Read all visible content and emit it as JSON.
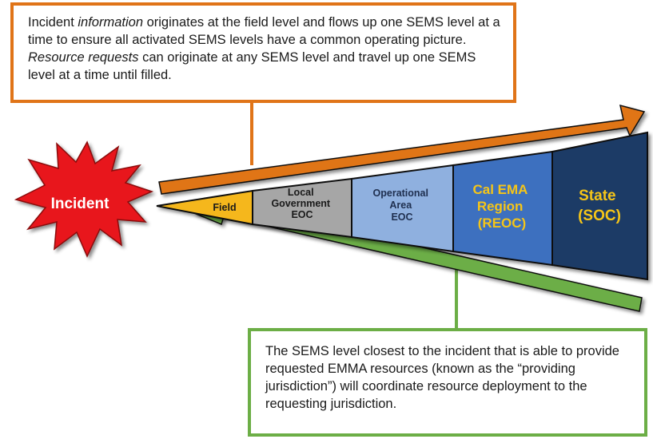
{
  "top_callout": {
    "segments": [
      {
        "text": "Incident ",
        "italic": false
      },
      {
        "text": "information",
        "italic": true
      },
      {
        "text": " originates at the field level and flows up one SEMS level at a time to ensure all activated SEMS levels have a common operating picture.  ",
        "italic": false
      },
      {
        "text": "Resource requests",
        "italic": true
      },
      {
        "text": " can originate at any SEMS level and travel up one SEMS level at a time until filled.",
        "italic": false
      }
    ]
  },
  "bottom_callout": {
    "text": "The SEMS level closest to the incident that is able to provide requested EMMA resources (known as the “providing jurisdiction”) will coordinate resource deployment to the requesting jurisdiction."
  },
  "incident": {
    "label": "Incident",
    "color": "#e8151b"
  },
  "levels": [
    {
      "name": "field",
      "lines": [
        "Field"
      ],
      "fill": "#f5b71a",
      "text_color": "#1a1a1a"
    },
    {
      "name": "local-government-eoc",
      "lines": [
        "Local",
        "Government",
        "EOC"
      ],
      "fill": "#a6a6a6",
      "text_color": "#1a1a1a"
    },
    {
      "name": "operational-area-eoc",
      "lines": [
        "Operational",
        "Area",
        "EOC"
      ],
      "fill": "#8fb0df",
      "text_color": "#1f2f4f"
    },
    {
      "name": "cal-ema-region-reoc",
      "lines": [
        "Cal EMA",
        "Region",
        "(REOC)"
      ],
      "fill": "#3d6fbf",
      "text_color": "#f5c518"
    },
    {
      "name": "state-soc",
      "lines": [
        "State",
        "(SOC)"
      ],
      "fill": "#1d3b66",
      "text_color": "#f5c518"
    }
  ],
  "colors": {
    "up_arrow": "#e07418",
    "down_arrow": "#6cae46",
    "outline": "#111111"
  }
}
